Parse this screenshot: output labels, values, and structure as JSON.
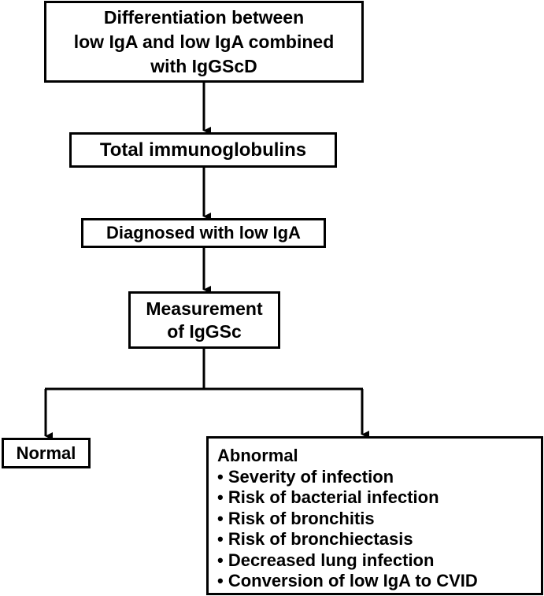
{
  "diagram": {
    "top": {
      "lines": [
        "Differentiation between",
        "low IgA and low IgA combined",
        "with IgGScD"
      ]
    },
    "total": {
      "label": "Total immunoglobulins"
    },
    "diagnosed": {
      "label": "Diagnosed with low IgA"
    },
    "measurement": {
      "lines": [
        "Measurement",
        "of IgGSc"
      ]
    },
    "normal": {
      "label": "Normal"
    },
    "abnormal": {
      "title": "Abnormal",
      "items": [
        "• Severity of infection",
        "• Risk of bacterial infection",
        "• Risk of bronchitis",
        "• Risk of bronchiectasis",
        "• Decreased lung infection",
        "• Conversion of low IgA to CVID"
      ]
    }
  }
}
